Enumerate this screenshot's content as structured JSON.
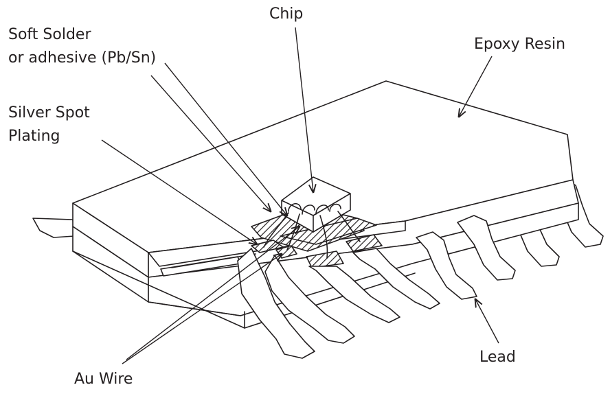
{
  "labels": {
    "chip": "Chip",
    "soft_solder_line1": "Soft Solder",
    "soft_solder_line2": "or adhesive (Pb/Sn)",
    "silver_spot_line1": "Silver Spot",
    "silver_spot_line2": "Plating",
    "epoxy_resin": "Epoxy Resin",
    "lead": "Lead",
    "au_wire": "Au Wire"
  },
  "colors": {
    "ink": "#231f20",
    "background": "#ffffff"
  }
}
